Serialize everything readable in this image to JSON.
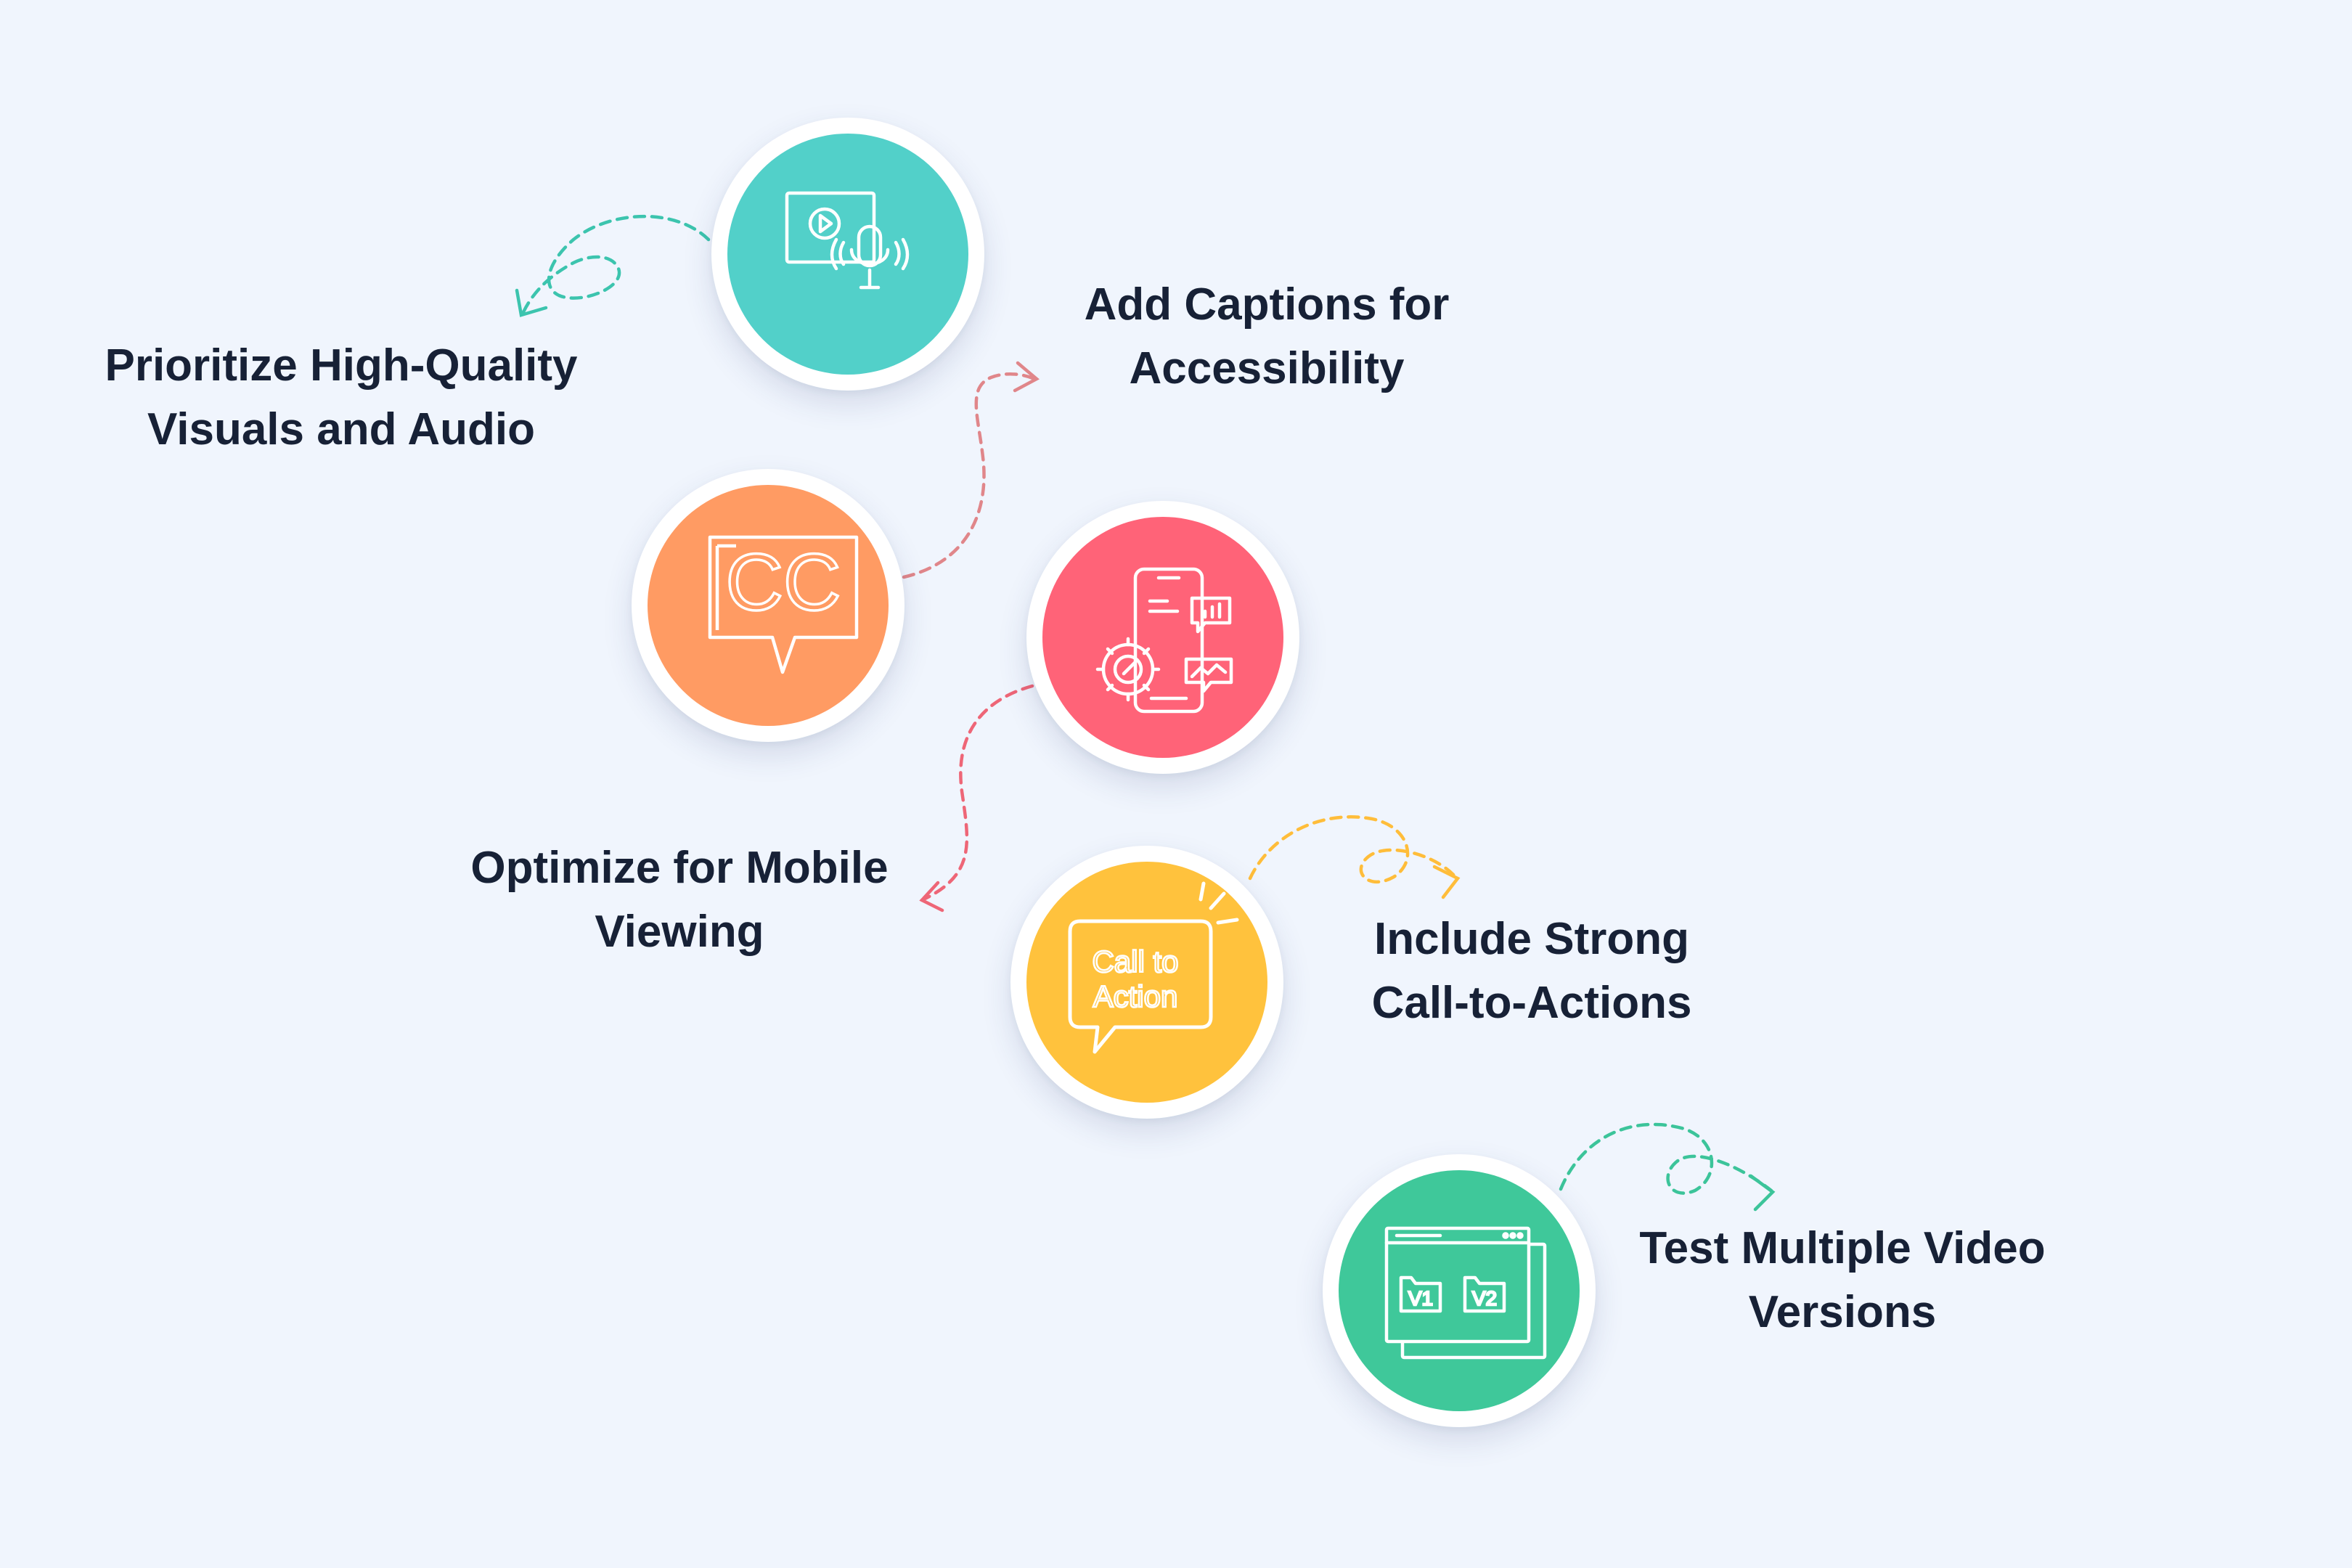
{
  "steps": [
    {
      "id": "visuals-audio",
      "lines": [
        "Prioritize High-Quality",
        "Visuals and Audio"
      ],
      "icon": "video-microphone-icon",
      "color": "#52d0c9",
      "arrow_color": "#3cc4ae"
    },
    {
      "id": "captions",
      "lines": [
        "Add Captions for",
        "Accessibility"
      ],
      "icon": "closed-captions-icon",
      "color": "#ff9b63",
      "arrow_color": "#e0868a"
    },
    {
      "id": "mobile",
      "lines": [
        "Optimize for Mobile",
        "Viewing"
      ],
      "icon": "mobile-optimization-icon",
      "color": "#ff6378",
      "arrow_color": "#ee6677"
    },
    {
      "id": "cta",
      "lines": [
        "Include Strong",
        "Call-to-Actions"
      ],
      "icon": "call-to-action-icon",
      "color": "#ffc23d",
      "arrow_color": "#ffbd3a"
    },
    {
      "id": "versions",
      "lines": [
        "Test Multiple Video",
        "Versions"
      ],
      "icon": "video-versions-icon",
      "color": "#3fc89a",
      "arrow_color": "#3cc49a"
    }
  ],
  "icon_text": {
    "cc": "CC",
    "cta_line1": "Call to",
    "cta_line2": "Action",
    "v1": "V1",
    "v2": "V2"
  }
}
